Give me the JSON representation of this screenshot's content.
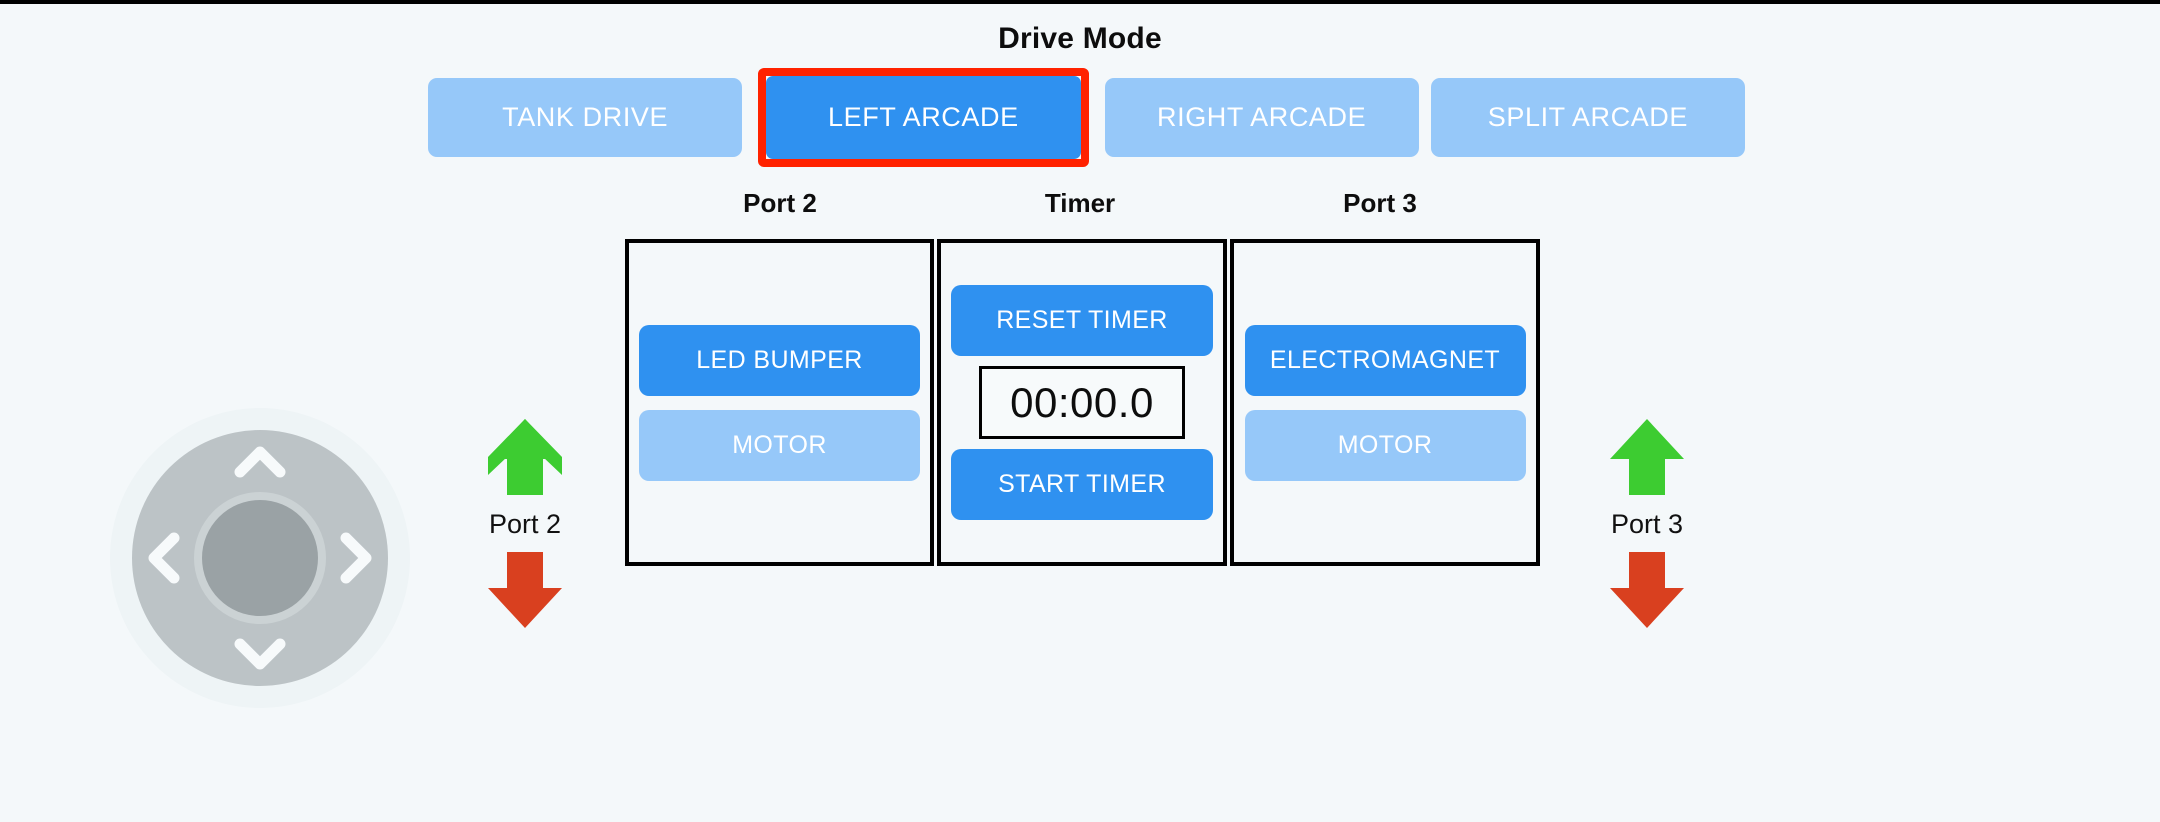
{
  "page": {
    "background_color": "#f4f8fa"
  },
  "drive_mode": {
    "title": "Drive Mode",
    "selected": "LEFT ARCADE",
    "highlight_color": "#ff2200",
    "active_color": "#2f91f0",
    "inactive_color": "#96c8f9",
    "options": [
      {
        "label": "TANK DRIVE",
        "selected": false,
        "highlighted": false
      },
      {
        "label": "LEFT ARCADE",
        "selected": true,
        "highlighted": true
      },
      {
        "label": "RIGHT ARCADE",
        "selected": false,
        "highlighted": false
      },
      {
        "label": "SPLIT ARCADE",
        "selected": false,
        "highlighted": false
      }
    ]
  },
  "columns": {
    "port2_header": "Port 2",
    "timer_header": "Timer",
    "port3_header": "Port 3"
  },
  "port2_panel": {
    "buttons": [
      {
        "label": "LED BUMPER",
        "state": "active"
      },
      {
        "label": "MOTOR",
        "state": "inactive"
      }
    ]
  },
  "timer_panel": {
    "reset_label": "RESET TIMER",
    "display_value": "00:00.0",
    "start_label": "START TIMER"
  },
  "port3_panel": {
    "buttons": [
      {
        "label": "ELECTROMAGNET",
        "state": "active"
      },
      {
        "label": "MOTOR",
        "state": "inactive"
      }
    ]
  },
  "dpad": {
    "icons": {
      "up": "chevron-up-icon",
      "down": "chevron-down-icon",
      "left": "chevron-left-icon",
      "right": "chevron-right-icon"
    },
    "face_color": "#bcc3c6",
    "center_color": "#9aa2a5"
  },
  "port2_controls": {
    "label": "Port 2",
    "up_icon": "arrow-up-icon",
    "down_icon": "arrow-down-icon",
    "up_color": "#3dcc31",
    "down_color": "#d9401f"
  },
  "port3_controls": {
    "label": "Port 3",
    "up_icon": "arrow-up-icon",
    "down_icon": "arrow-down-icon",
    "up_color": "#3dcc31",
    "down_color": "#d9401f"
  }
}
